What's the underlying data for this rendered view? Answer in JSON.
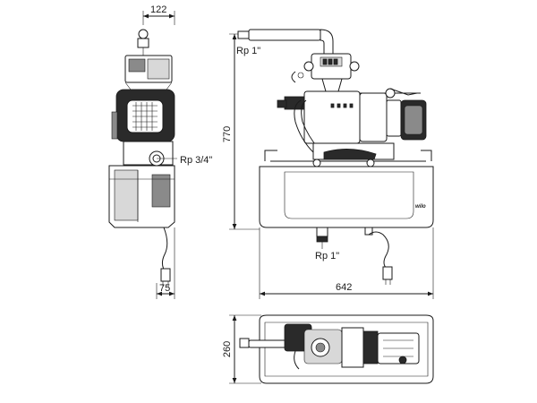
{
  "dimensions": {
    "side_width": "122",
    "side_bottom_width": "75",
    "overall_height": "770",
    "overall_width": "642",
    "depth": "260"
  },
  "labels": {
    "connection_top": "Rp 1\"",
    "connection_side": "Rp 3/4\"",
    "connection_bottom": "Rp 1\"",
    "brand": "wilo"
  }
}
